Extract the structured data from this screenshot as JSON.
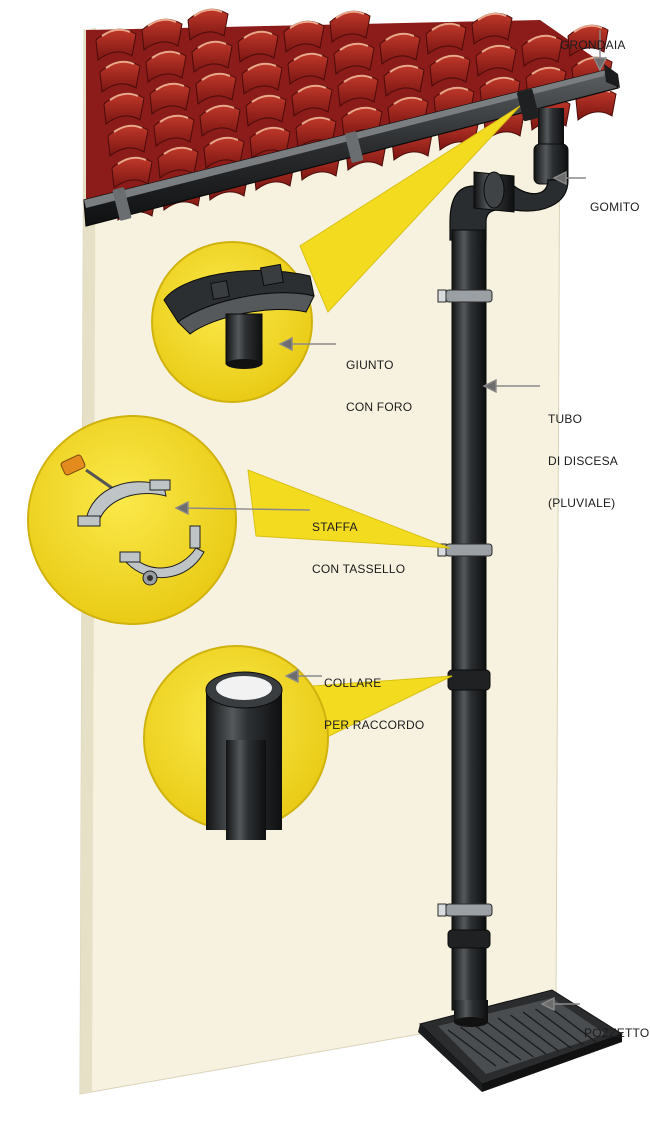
{
  "labels": {
    "grondaia": "GRONDAIA",
    "gomito": "GOMITO",
    "giunto": [
      "GIUNTO",
      "CON FORO"
    ],
    "tubo": [
      "TUBO",
      "DI DISCESA",
      "(PLUVIALE)"
    ],
    "staffa": [
      "STAFFA",
      "CON TASSELLO"
    ],
    "collare": [
      "COLLARE",
      "PER RACCORDO"
    ],
    "pozzetto": "POZZETTO"
  },
  "colors": {
    "wall": "#f6f2df",
    "tile_red": "#9e1f1c",
    "pipe": "#26282a",
    "callout_yellow": "#f3dc1f",
    "grate": "#3b3d3f",
    "leader": "#8a8a8a"
  }
}
